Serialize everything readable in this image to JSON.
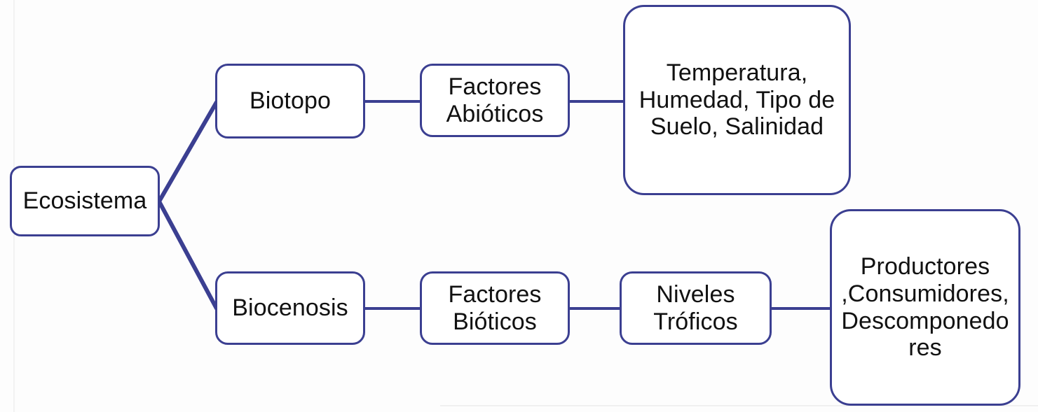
{
  "diagram": {
    "title": "Ecosistema",
    "type": "tree-mind-map",
    "orientation": "left-to-right",
    "background_color": "#fdfdfd",
    "node_border_color": "#3b3f91",
    "node_fill_color": "#ffffff",
    "edge_color": "#3b3f91",
    "text_color": "#111111",
    "nodes": [
      {
        "id": "ecosistema",
        "label": "Ecosistema",
        "level": 0,
        "branch": "root"
      },
      {
        "id": "biotopo",
        "label": "Biotopo",
        "level": 1,
        "branch": "upper"
      },
      {
        "id": "factores_abio",
        "label": "Factores\nAbióticos",
        "level": 2,
        "branch": "upper"
      },
      {
        "id": "temperatura",
        "label": "Temperatura,\nHumedad, Tipo de\nSuelo, Salinidad",
        "level": 3,
        "branch": "upper"
      },
      {
        "id": "biocenosis",
        "label": "Biocenosis",
        "level": 1,
        "branch": "lower"
      },
      {
        "id": "factores_bio",
        "label": "Factores\nBióticos",
        "level": 2,
        "branch": "lower"
      },
      {
        "id": "niveles",
        "label": "Niveles\nTróficos",
        "level": 3,
        "branch": "lower"
      },
      {
        "id": "productores",
        "label": "Productores\n,Consumidores,\nDescomponedo\nres",
        "level": 4,
        "branch": "lower"
      }
    ],
    "edges": [
      {
        "from": "ecosistema",
        "to": "biotopo",
        "style": "diagonal"
      },
      {
        "from": "ecosistema",
        "to": "biocenosis",
        "style": "diagonal"
      },
      {
        "from": "biotopo",
        "to": "factores_abio",
        "style": "straight"
      },
      {
        "from": "factores_abio",
        "to": "temperatura",
        "style": "straight"
      },
      {
        "from": "biocenosis",
        "to": "factores_bio",
        "style": "straight"
      },
      {
        "from": "factores_bio",
        "to": "niveles",
        "style": "straight"
      },
      {
        "from": "niveles",
        "to": "productores",
        "style": "straight"
      }
    ]
  }
}
